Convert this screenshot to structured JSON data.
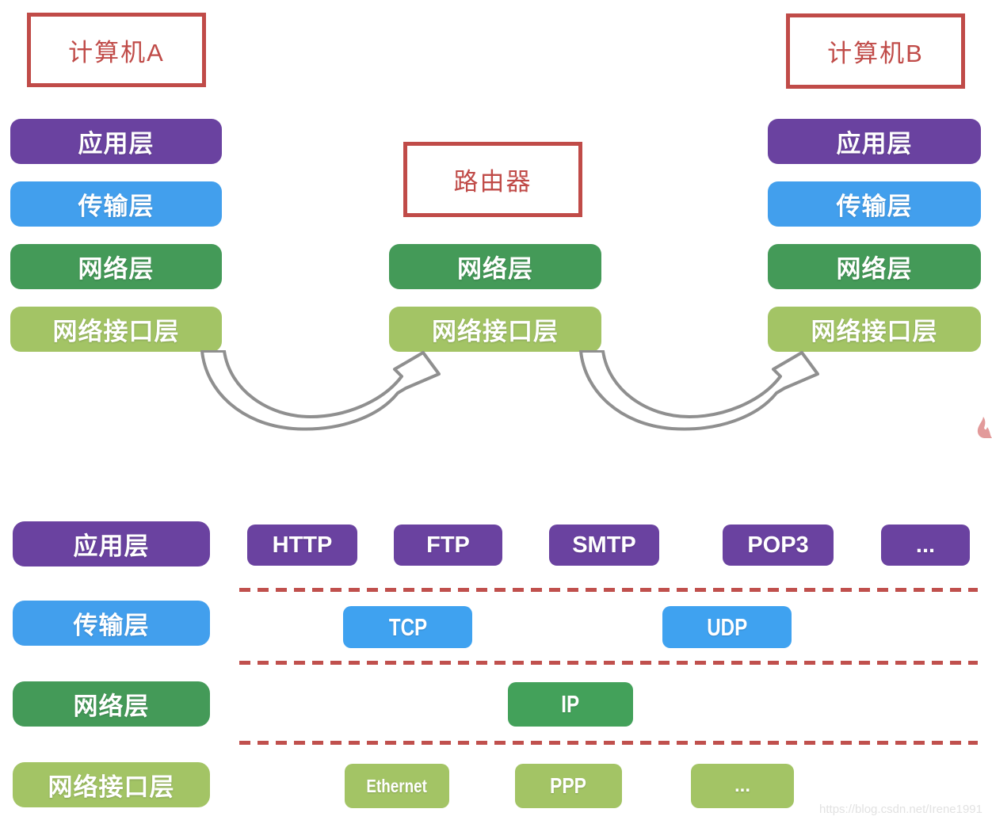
{
  "colors": {
    "application_purple": "#6a42a0",
    "transport_blue": "#429fed",
    "network_green": "#449a58",
    "link_light_green": "#a3c465",
    "node_red": "#c04b48",
    "dashed_red": "#c0504d",
    "arrow_gray": "#8f8f8f",
    "watermark_gray": "#e2e2e2",
    "flame_pink": "#e29a9a"
  },
  "nodes": {
    "computer_a": "计算机A",
    "router": "路由器",
    "computer_b": "计算机B"
  },
  "stacks": {
    "computer_a": [
      "应用层",
      "传输层",
      "网络层",
      "网络接口层"
    ],
    "router": [
      "网络层",
      "网络接口层"
    ],
    "computer_b": [
      "应用层",
      "传输层",
      "网络层",
      "网络接口层"
    ]
  },
  "bottom": {
    "layer_labels": [
      "应用层",
      "传输层",
      "网络层",
      "网络接口层"
    ],
    "application_protocols": [
      "HTTP",
      "FTP",
      "SMTP",
      "POP3",
      "..."
    ],
    "transport_protocols": [
      "TCP",
      "UDP"
    ],
    "network_protocols": [
      "IP"
    ],
    "link_protocols": [
      "Ethernet",
      "PPP",
      "..."
    ]
  },
  "watermark": "https://blog.csdn.net/Irene1991"
}
